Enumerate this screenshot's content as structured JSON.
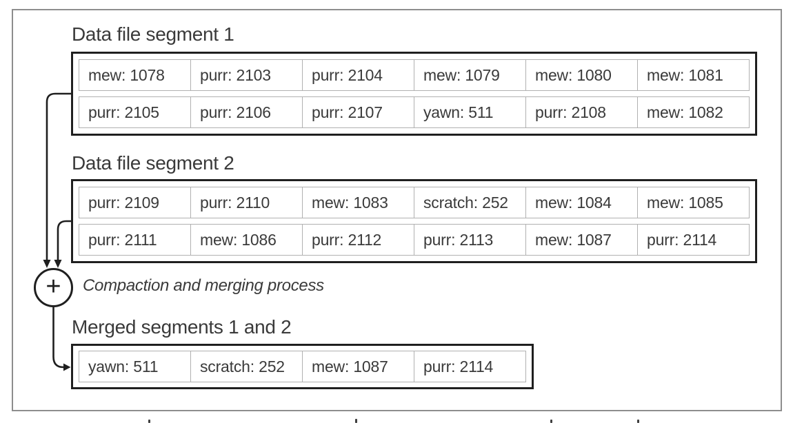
{
  "diagram": {
    "segment1": {
      "title": "Data file segment 1",
      "rows": [
        [
          "mew: 1078",
          "purr: 2103",
          "purr: 2104",
          "mew: 1079",
          "mew: 1080",
          "mew: 1081"
        ],
        [
          "purr: 2105",
          "purr: 2106",
          "purr: 2107",
          "yawn: 511",
          "purr: 2108",
          "mew: 1082"
        ]
      ]
    },
    "segment2": {
      "title": "Data file segment 2",
      "rows": [
        [
          "purr: 2109",
          "purr: 2110",
          "mew: 1083",
          "scratch: 252",
          "mew: 1084",
          "mew: 1085"
        ],
        [
          "purr: 2111",
          "mew: 1086",
          "purr: 2112",
          "purr: 2113",
          "mew: 1087",
          "purr: 2114"
        ]
      ]
    },
    "process": {
      "operator": "+",
      "label": "Compaction and merging process"
    },
    "merged": {
      "title": "Merged segments 1 and 2",
      "rows": [
        [
          "yawn: 511",
          "scratch: 252",
          "mew: 1087",
          "purr: 2114"
        ]
      ]
    },
    "colors": {
      "box_border": "#1f1f1f",
      "cell_border": "#b0b0b0",
      "text": "#3a3a3a",
      "frame_border": "#8d8d8d",
      "background": "#ffffff"
    }
  }
}
